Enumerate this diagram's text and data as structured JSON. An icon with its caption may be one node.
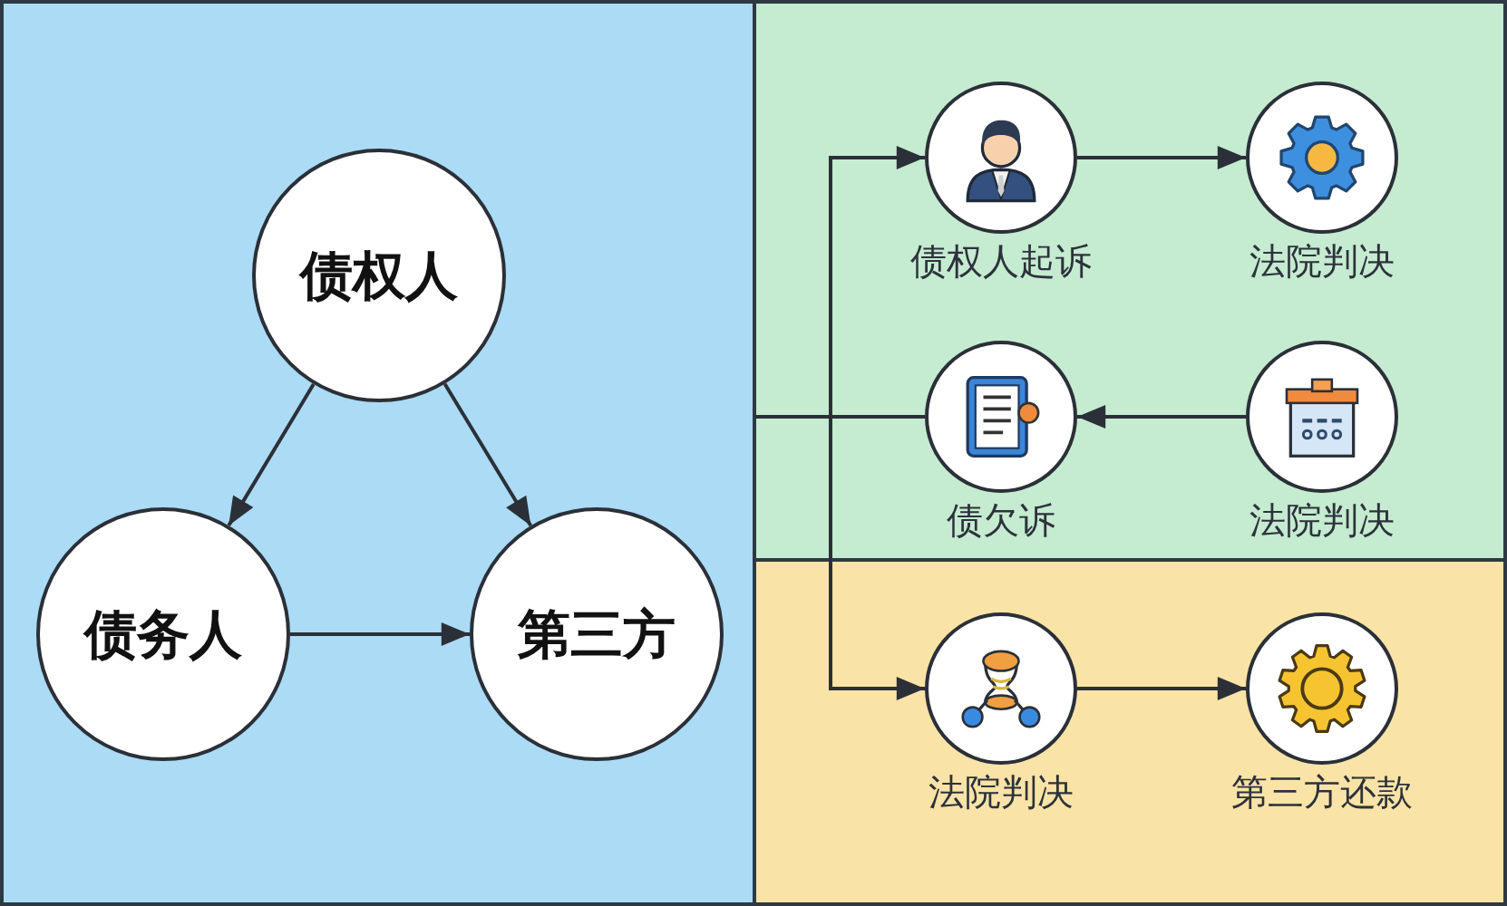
{
  "diagram": {
    "nodes": [
      {
        "text": [],
        "shape": "box"
      },
      {
        "text": [
          "债权人"
        ],
        "in": 0
      },
      {
        "text": [
          "债务人"
        ],
        "in": 0
      },
      {
        "text": [
          "第三方"
        ],
        "in": 0
      },
      {
        "text": [
          "债权人起诉"
        ]
      },
      {
        "text": [
          "法院判决"
        ]
      },
      {
        "text": [
          "债欠诉"
        ]
      },
      {
        "text": [
          "法院判决"
        ]
      },
      {
        "text": [
          "法院判决"
        ]
      },
      {
        "text": [
          "第三方还款"
        ]
      }
    ],
    "edges": [
      {
        "from": 1,
        "to": 2,
        "arrow": "to"
      },
      {
        "from": 1,
        "to": 3,
        "arrow": "to"
      },
      {
        "from": 2,
        "to": 3,
        "arrow": "to"
      },
      {
        "from": 0,
        "to": 4,
        "arrow": "to"
      },
      {
        "from": 6,
        "to": 0,
        "arrow": "none"
      },
      {
        "from": 0,
        "to": 8,
        "arrow": "to"
      },
      {
        "from": 4,
        "to": 5,
        "arrow": "to"
      },
      {
        "from": 7,
        "to": 6,
        "arrow": "to"
      },
      {
        "from": 8,
        "to": 9,
        "arrow": "to"
      }
    ]
  }
}
